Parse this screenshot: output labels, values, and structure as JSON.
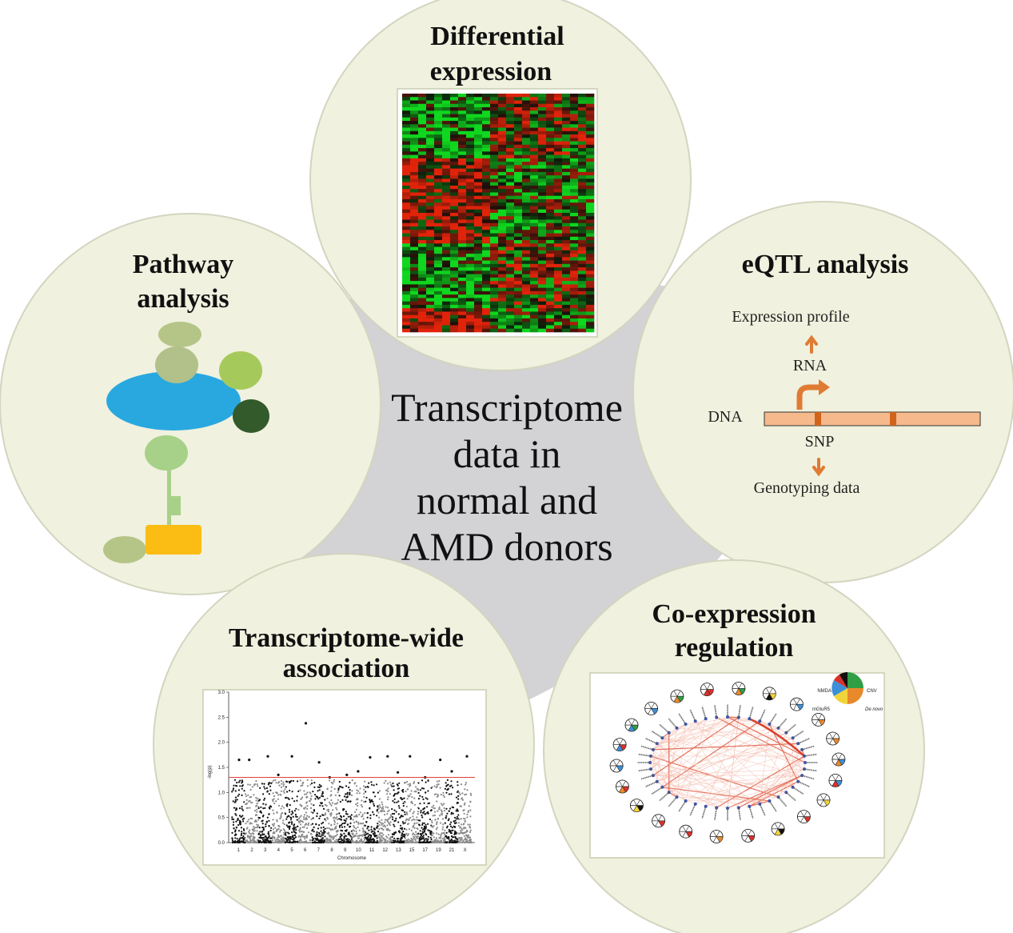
{
  "center": {
    "lines": [
      "Transcriptome",
      "data in",
      "normal and",
      "AMD  donors"
    ]
  },
  "modules": {
    "differential_expression": {
      "title_lines": [
        "Differential",
        "expression"
      ]
    },
    "eqtl": {
      "title": "eQTL analysis",
      "expression_profile": "Expression profile",
      "rna": "RNA",
      "dna": "DNA",
      "snp": "SNP",
      "genotyping": "Genotyping data"
    },
    "pathway": {
      "title_lines": [
        "Pathway",
        "analysis"
      ]
    },
    "twas": {
      "title_lines": [
        "Transcriptome-wide",
        "association"
      ],
      "plot": {
        "y_label": "-log(p)",
        "x_label": "Chromosome",
        "y_ticks": [
          "0.0",
          "0.5",
          "1.0",
          "1.5",
          "2.0",
          "2.5",
          "3.0"
        ],
        "x_ticks": [
          "1",
          "2",
          "3",
          "4",
          "5",
          "6",
          "7",
          "8",
          "9",
          "10",
          "11",
          "12",
          "13",
          "15",
          "17",
          "19",
          "21",
          "X"
        ]
      }
    },
    "coexpression": {
      "title_lines": [
        "Co-expression",
        "regulation"
      ],
      "legend": {
        "nmda": "NMDA",
        "cnv": "CNV",
        "mglur5": "mGluR5",
        "de_novo": "De novo"
      }
    }
  },
  "chart_data": {
    "type": "scatter",
    "title": "",
    "xlabel": "Chromosome",
    "ylabel": "-log(p)",
    "ylim": [
      0,
      3
    ],
    "threshold": 1.3,
    "categories": [
      "1",
      "2",
      "3",
      "4",
      "5",
      "6",
      "7",
      "8",
      "9",
      "10",
      "11",
      "12",
      "13",
      "15",
      "17",
      "19",
      "21",
      "X"
    ],
    "series": [
      {
        "values": [
          1.65,
          1.65,
          1.72,
          1.35,
          1.72,
          2.38,
          1.6,
          1.3,
          1.35,
          1.42,
          1.7,
          1.72,
          1.4,
          1.72,
          1.3,
          1.65,
          1.42,
          1.72
        ]
      }
    ]
  },
  "colors": {
    "circle_fill": "#f0f1de",
    "circle_stroke": "#d3d5c0",
    "hub": "#d3d2d5",
    "accent_orange": "#e07b33",
    "dna_bar": "#f5b98c",
    "pathway_blue": "#29a8e0",
    "pathway_yellow": "#fbbc14"
  }
}
